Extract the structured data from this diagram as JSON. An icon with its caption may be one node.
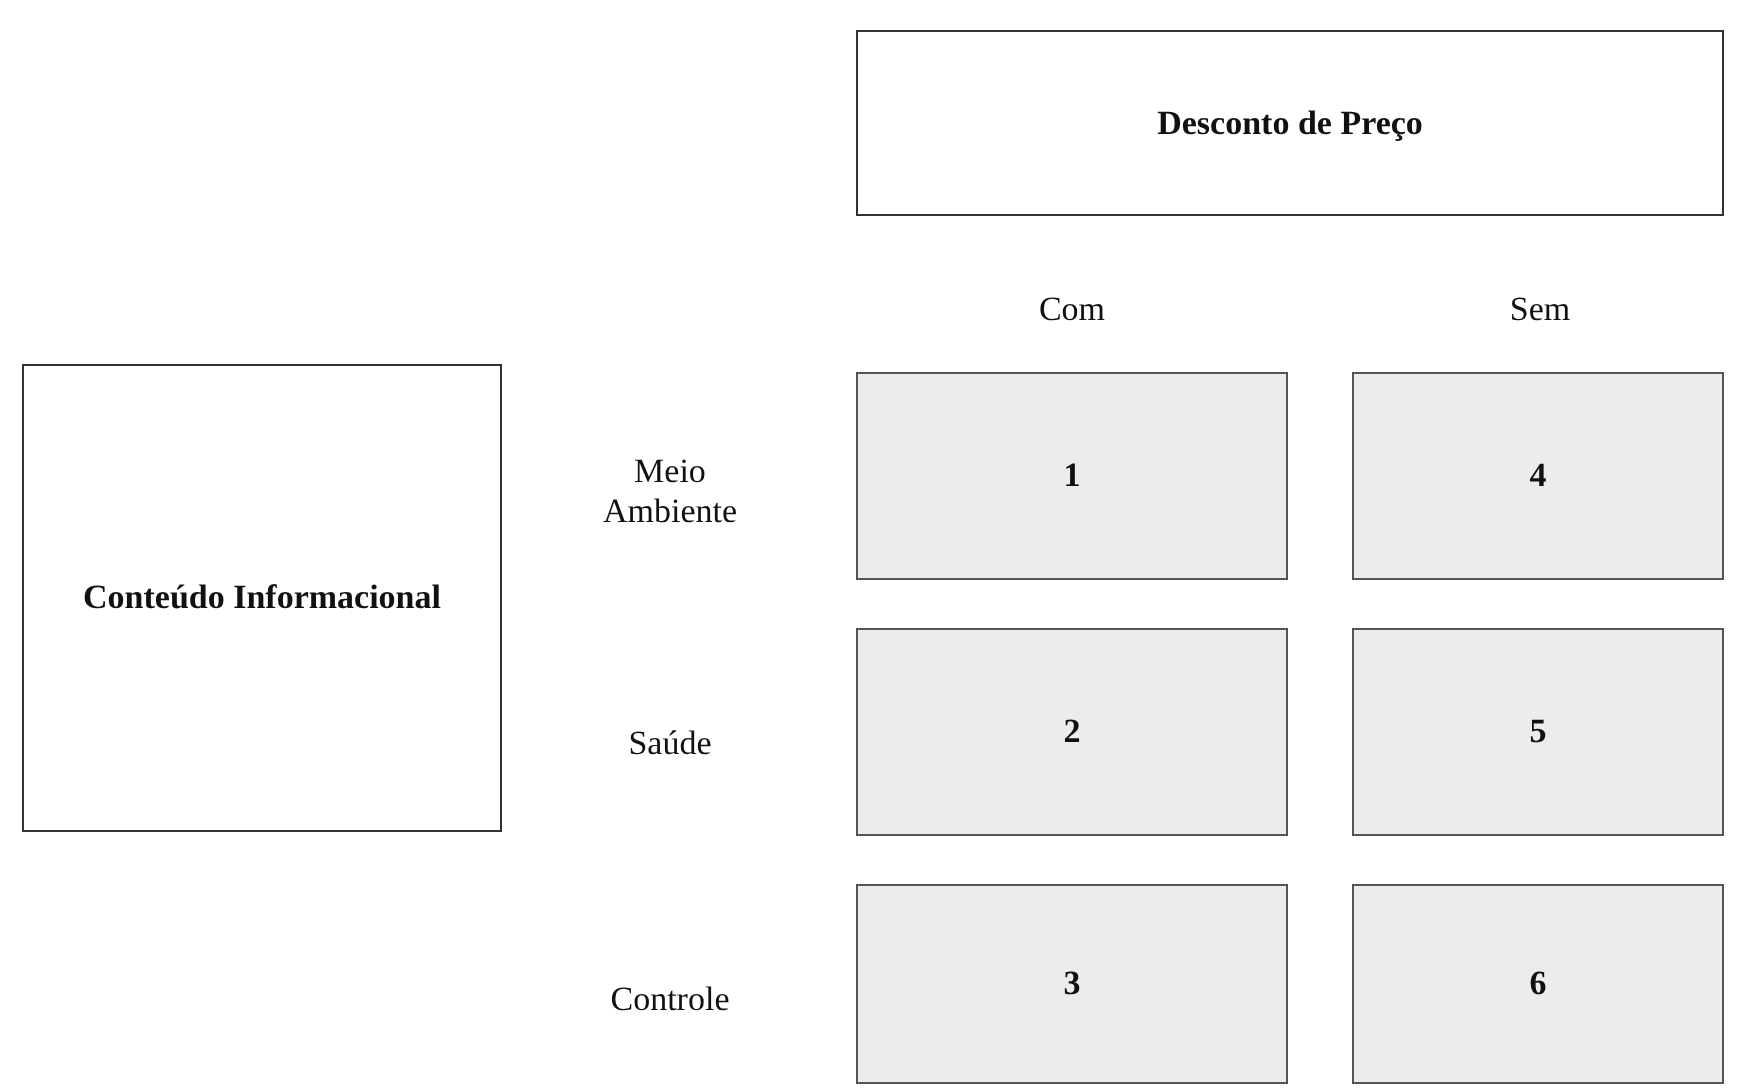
{
  "diagram": {
    "nodes": [
      {
        "text": [
          "Desconto de Preço"
        ]
      },
      {
        "text": [
          "Conteúdo Informacional"
        ]
      },
      {
        "text": [
          "1"
        ]
      },
      {
        "text": [
          "4"
        ]
      },
      {
        "text": [
          "2"
        ]
      },
      {
        "text": [
          "5"
        ]
      },
      {
        "text": [
          "3"
        ]
      },
      {
        "text": [
          "6"
        ]
      }
    ],
    "edges": [],
    "labels": [
      "Com",
      "Sem",
      "Meio Ambiente",
      "Saúde",
      "Controle"
    ]
  }
}
